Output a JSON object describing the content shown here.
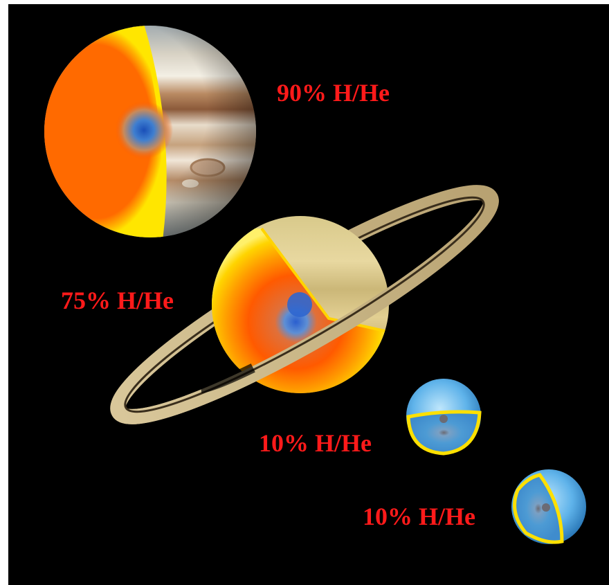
{
  "planets": [
    {
      "id": "jupiter",
      "label": "90% H/He"
    },
    {
      "id": "saturn",
      "label": "75% H/He"
    },
    {
      "id": "uranus",
      "label": "10% H/He"
    },
    {
      "id": "neptune",
      "label": "10% H/He"
    }
  ],
  "colors": {
    "background": "#000000",
    "label": "#ff1a1a",
    "hydrogen_layer": "#ff5a00",
    "outer_layer": "#ffe000",
    "core": "#2a6fd6",
    "ice_giant": "#4aa6e0"
  }
}
